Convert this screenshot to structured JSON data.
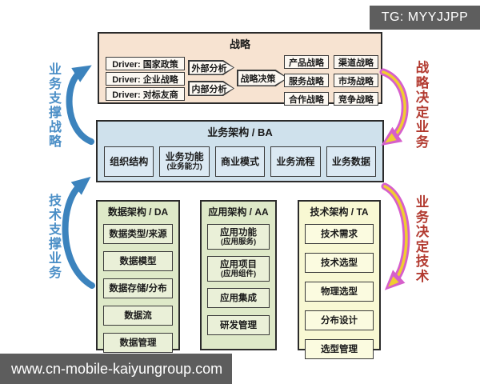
{
  "badge": {
    "text": "TG: MYYJJPP"
  },
  "watermark": {
    "text": "www.cn-mobile-kaiyungroup.com"
  },
  "strategy": {
    "title": "战略",
    "drivers": [
      "Driver: 国家政策",
      "Driver: 企业战略",
      "Driver: 对标友商"
    ],
    "analysis": [
      "外部分析",
      "内部分析"
    ],
    "decision": "战略决策",
    "results": [
      "产品战略",
      "渠道战略",
      "服务战略",
      "市场战略",
      "合作战略",
      "竞争战略"
    ]
  },
  "business": {
    "title": "业务架构 / BA",
    "items": [
      {
        "label": "组织结构"
      },
      {
        "label": "业务功能",
        "sub": "(业务能力)"
      },
      {
        "label": "商业模式"
      },
      {
        "label": "业务流程"
      },
      {
        "label": "业务数据"
      }
    ]
  },
  "columns": [
    {
      "title": "数据架构 / DA",
      "items": [
        {
          "label": "数据类型/来源"
        },
        {
          "label": "数据模型"
        },
        {
          "label": "数据存储/分布"
        },
        {
          "label": "数据流"
        },
        {
          "label": "数据管理"
        }
      ]
    },
    {
      "title": "应用架构 / AA",
      "items": [
        {
          "label": "应用功能",
          "sub": "(应用服务)"
        },
        {
          "label": "应用项目",
          "sub": "(应用组件)"
        },
        {
          "label": "应用集成"
        },
        {
          "label": "研发管理"
        }
      ]
    },
    {
      "title": "技术架构 / TA",
      "items": [
        {
          "label": "技术需求"
        },
        {
          "label": "技术选型"
        },
        {
          "label": "物理选型"
        },
        {
          "label": "分布设计"
        },
        {
          "label": "选型管理"
        }
      ]
    }
  ],
  "side_labels": {
    "left_top": "业务支撑战略",
    "left_bottom": "技术支撑业务",
    "right_top": "战略决定业务",
    "right_bottom": "业务决定技术"
  },
  "colors": {
    "strategy_bg": "#f7e3d1",
    "business_bg": "#cfe1ec",
    "data_app_bg": "#dee9c8",
    "tech_bg": "#f8f8d3",
    "blue_arrow": "#3c83bd",
    "red_label": "#b23a30",
    "pink_arrow": "#d65fcb",
    "yellow_arrow": "#f0ce30",
    "overlay_bg": "#5d5d5d"
  }
}
